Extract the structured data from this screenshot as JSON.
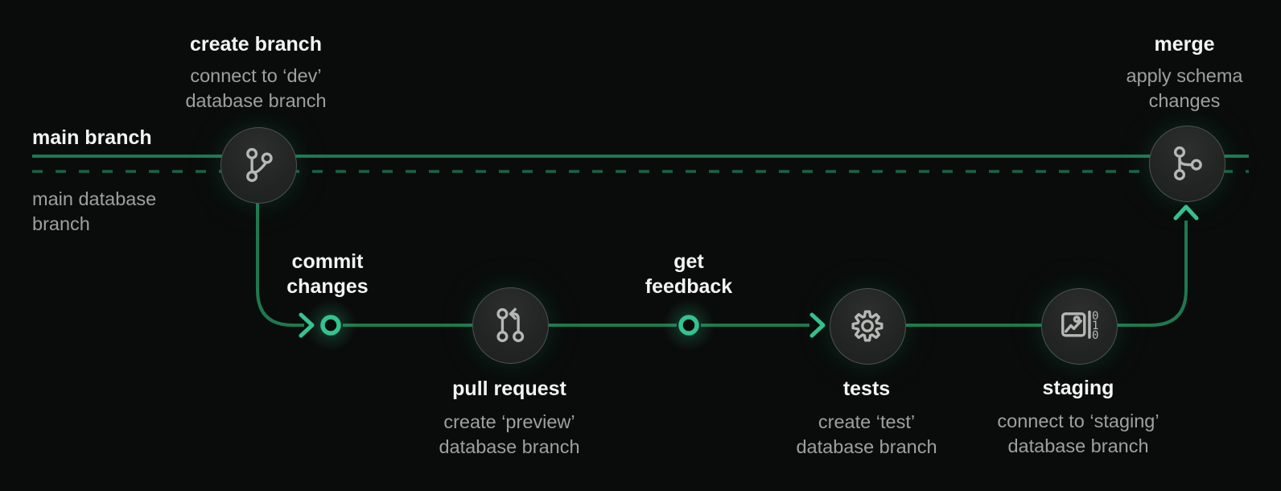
{
  "colors": {
    "background": "#0a0c0b",
    "branch_line_green": "#1e7950",
    "dashed_db_line_green": "#1a6445",
    "accent_bright_green": "#34c38f",
    "node_fill": "#232625",
    "node_border": "#4e534f",
    "icon_stroke": "#b5b8b5",
    "title_text": "#f3f4f3",
    "subtitle_text": "#9da19e"
  },
  "lanes": {
    "main_branch_label": "main branch",
    "main_database_branch_label": "main database branch"
  },
  "steps": [
    {
      "id": "create-branch",
      "title": "create branch",
      "subtitle": "connect to ‘dev’ database branch",
      "icon": "git-branch-icon"
    },
    {
      "id": "commit-changes",
      "title": "commit changes",
      "icon": "commit-ring"
    },
    {
      "id": "pull-request",
      "title": "pull request",
      "subtitle": "create ‘preview’ database branch",
      "icon": "git-pull-request-icon"
    },
    {
      "id": "get-feedback",
      "title": "get feedback",
      "icon": "commit-ring"
    },
    {
      "id": "tests",
      "title": "tests",
      "subtitle": "create ‘test’ database branch",
      "icon": "gear-icon"
    },
    {
      "id": "staging",
      "title": "staging",
      "subtitle": "connect to ‘staging’ database branch",
      "icon": "image-binary-icon"
    },
    {
      "id": "merge",
      "title": "merge",
      "subtitle": "apply schema changes",
      "icon": "git-merge-icon"
    }
  ],
  "icons": {
    "staging_digits": [
      "0",
      "1",
      "0"
    ]
  }
}
